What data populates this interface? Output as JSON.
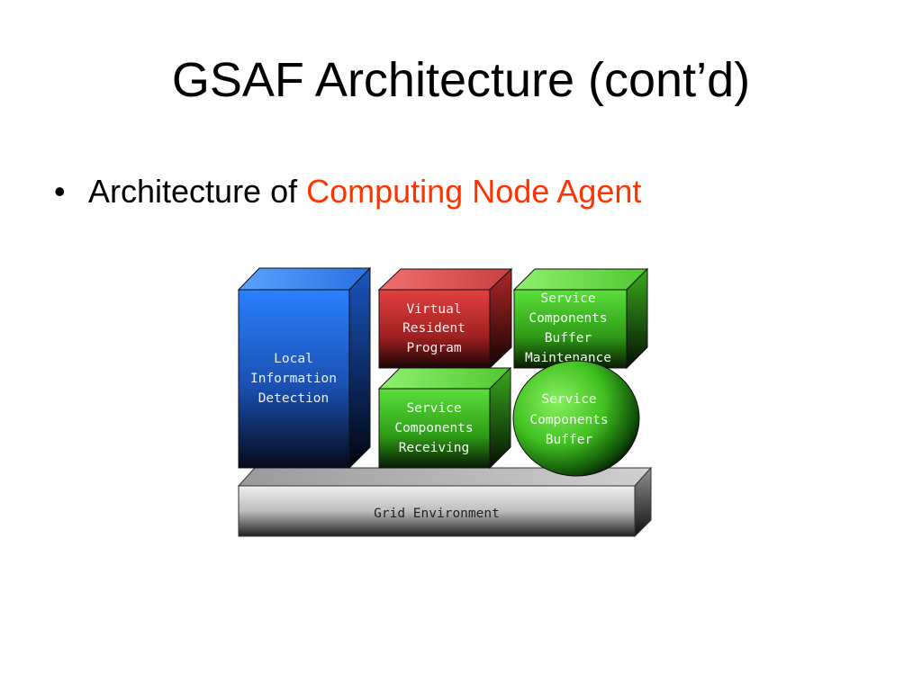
{
  "slide": {
    "title": "GSAF Architecture (cont’d)",
    "bullet_prefix": "Architecture of ",
    "bullet_highlight": "Computing Node Agent",
    "highlight_color": "#ff3300"
  },
  "diagram": {
    "blocks": {
      "local_info": {
        "lines": [
          "Local",
          "Information",
          "Detection"
        ],
        "color": "#1f6fe0"
      },
      "virtual_resident": {
        "lines": [
          "Virtual",
          "Resident",
          "Program"
        ],
        "color": "#c83232"
      },
      "buffer_maintenance": {
        "lines": [
          "Service",
          "Components",
          "Buffer",
          "Maintenance"
        ],
        "color": "#3cc81e"
      },
      "components_receiving": {
        "lines": [
          "Service",
          "Components",
          "Receiving"
        ],
        "color": "#3cc81e"
      },
      "components_buffer": {
        "lines": [
          "Service",
          "Components",
          "Buffer"
        ],
        "color": "#3cc81e"
      },
      "grid_environment": {
        "lines": [
          "Grid Environment"
        ],
        "color": "#b4b4b4"
      }
    }
  }
}
